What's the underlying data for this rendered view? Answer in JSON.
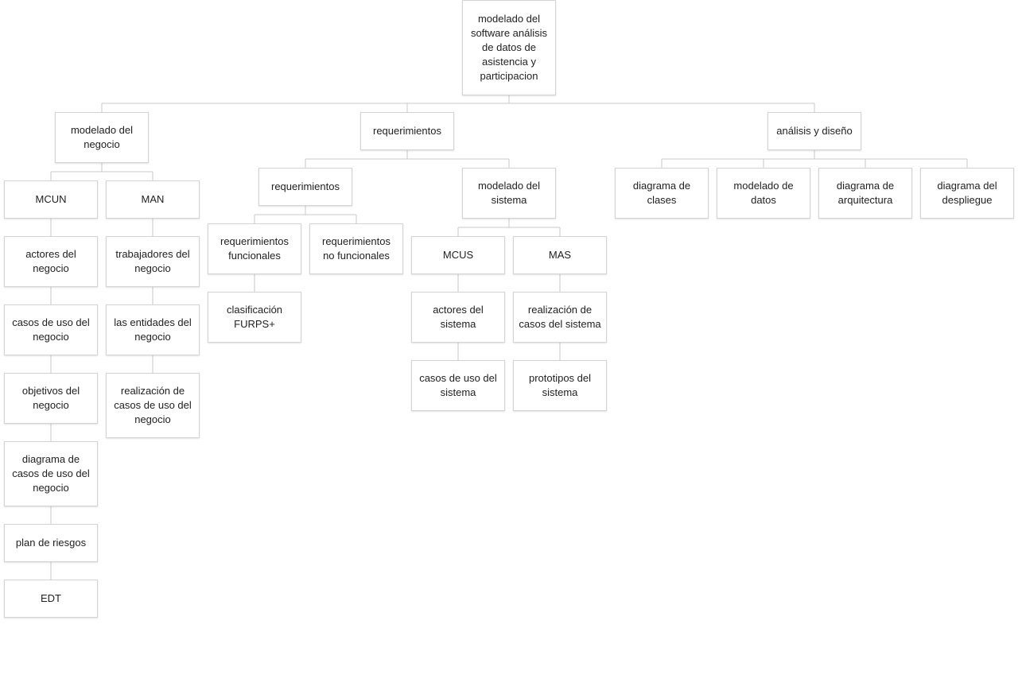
{
  "nodes": {
    "root": "modelado del software análisis de datos de asistencia y participacion",
    "negocio": "modelado del negocio",
    "requerimientos": "requerimientos",
    "analisis": "análisis y diseño",
    "mcun": "MCUN",
    "man": "MAN",
    "actores_negocio": "actores del negocio",
    "casos_uso_negocio": "casos de uso del negocio",
    "objetivos_negocio": "objetivos del negocio",
    "diagrama_casos_negocio": "diagrama de casos de uso del negocio",
    "plan_riesgos": "plan de riesgos",
    "edt": "EDT",
    "trabajadores_negocio": "trabajadores del negocio",
    "entidades_negocio": "las entidades del negocio",
    "realizacion_casos_negocio": "realización de casos de uso del negocio",
    "req_sub": "requerimientos",
    "modelado_sistema": "modelado del sistema",
    "req_funcionales": "requerimientos funcionales",
    "req_no_funcionales": "requerimientos no funcionales",
    "clasificacion_furps": "clasificación FURPS+",
    "mcus": "MCUS",
    "mas": "MAS",
    "actores_sistema": "actores del sistema",
    "casos_uso_sistema": "casos de uso del sistema",
    "realizacion_casos_sistema": "realización de casos del sistema",
    "prototipos_sistema": "prototipos del sistema",
    "diagrama_clases": "diagrama de clases",
    "modelado_datos": "modelado de datos",
    "diagrama_arquitectura": "diagrama de arquitectura",
    "diagrama_despliegue": "diagrama del despliegue"
  }
}
